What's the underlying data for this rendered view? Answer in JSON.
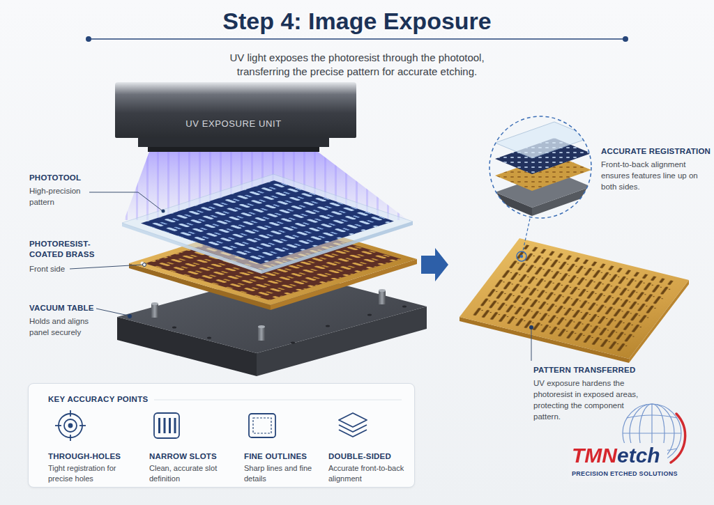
{
  "diagram": {
    "title": "Step 4: Image Exposure",
    "caption": "UV light exposes the photoresist through the phototool, transferring the precise pattern for accurate etching.",
    "nodes": [
      {
        "text": [
          "UV EXPOSURE UNIT"
        ]
      },
      {
        "text": [
          "KEY ACCURACY POINTS",
          "THROUGH-HOLES",
          "Tight registration for precise holes",
          "NARROW SLOTS",
          "Clean, accurate slot definition",
          "FINE OUTLINES",
          "Sharp lines and fine details",
          "DOUBLE-SIDED",
          "Accurate front-to-back alignment"
        ]
      }
    ],
    "labels": [
      "PHOTOTOOL",
      "High-precision pattern",
      "PHOTORESIST-COATED BRASS",
      "Front side",
      "VACUUM TABLE",
      "Holds and aligns panel securely",
      "ACCURATE REGISTRATION",
      "Front-to-back alignment ensures features line up on both sides.",
      "PATTERN TRANSFERRED",
      "UV exposure hardens the photoresist in exposed areas, protecting the component pattern.",
      "TMNetch",
      "PRECISION ETCHED SOLUTIONS"
    ]
  }
}
